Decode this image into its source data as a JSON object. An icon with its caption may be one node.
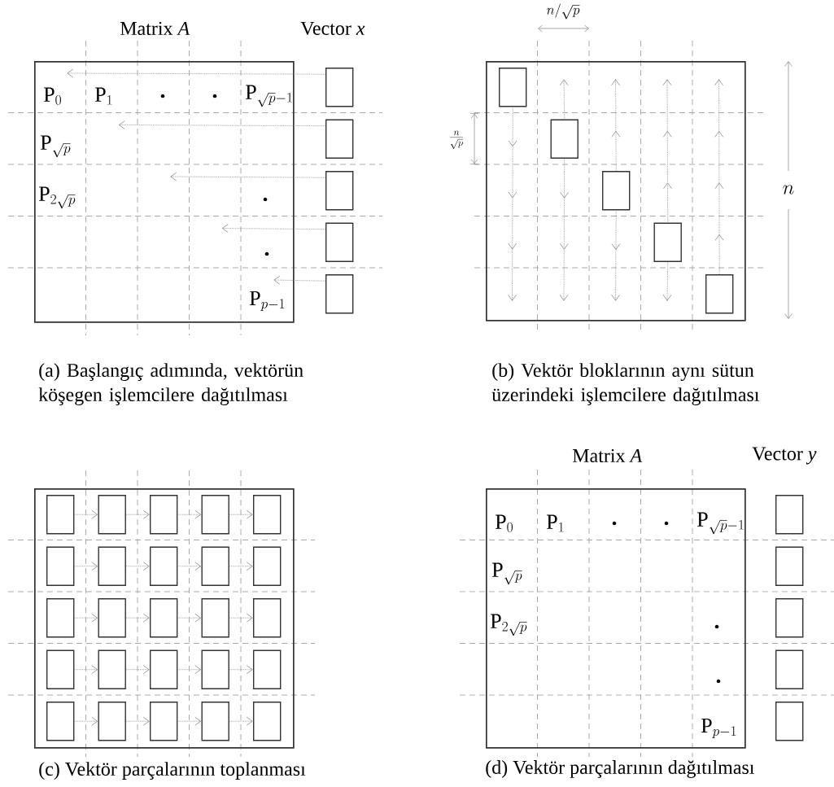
{
  "diagram": {
    "nodes": [
      {
        "text": [
          "Matrix *A*"
        ]
      },
      {
        "text": [],
        "shape": "box"
      },
      {
        "text": [],
        "shape": "box"
      },
      {
        "text": [],
        "shape": "box"
      },
      {
        "text": [],
        "shape": "box"
      },
      {
        "text": [],
        "shape": "box"
      },
      {
        "text": [],
        "shape": "box"
      },
      {
        "text": [],
        "shape": "box",
        "in": 6
      },
      {
        "text": [],
        "shape": "box",
        "in": 6
      },
      {
        "text": [],
        "shape": "box",
        "in": 6
      },
      {
        "text": [],
        "shape": "box",
        "in": 6
      },
      {
        "text": [],
        "shape": "box",
        "in": 6
      },
      {
        "text": [],
        "shape": "box"
      },
      {
        "text": [],
        "shape": "box",
        "in": 12
      },
      {
        "text": [],
        "shape": "box",
        "in": 12
      },
      {
        "text": [],
        "shape": "box",
        "in": 12
      },
      {
        "text": [],
        "shape": "box",
        "in": 12
      },
      {
        "text": [],
        "shape": "box",
        "in": 12
      },
      {
        "text": [],
        "shape": "box",
        "in": 12
      },
      {
        "text": [],
        "shape": "box",
        "in": 12
      },
      {
        "text": [],
        "shape": "box",
        "in": 12
      },
      {
        "text": [],
        "shape": "box",
        "in": 12
      },
      {
        "text": [],
        "shape": "box",
        "in": 12
      },
      {
        "text": [],
        "shape": "box",
        "in": 12
      },
      {
        "text": [],
        "shape": "box",
        "in": 12
      },
      {
        "text": [],
        "shape": "box",
        "in": 12
      },
      {
        "text": [],
        "shape": "box",
        "in": 12
      },
      {
        "text": [],
        "shape": "box",
        "in": 12
      },
      {
        "text": [],
        "shape": "box",
        "in": 12
      },
      {
        "text": [],
        "shape": "box",
        "in": 12
      },
      {
        "text": [],
        "shape": "box",
        "in": 12
      },
      {
        "text": [],
        "shape": "box",
        "in": 12
      },
      {
        "text": [],
        "shape": "box",
        "in": 12
      },
      {
        "text": [],
        "shape": "box",
        "in": 12
      },
      {
        "text": [],
        "shape": "box",
        "in": 12
      },
      {
        "text": [],
        "shape": "box",
        "in": 12
      },
      {
        "text": [],
        "shape": "box",
        "in": 12
      },
      {
        "text": [],
        "shape": "box",
        "in": 12
      },
      {
        "text": [
          "Matrix *A*"
        ]
      },
      {
        "text": [],
        "shape": "box"
      },
      {
        "text": [],
        "shape": "box"
      },
      {
        "text": [],
        "shape": "box"
      },
      {
        "text": [],
        "shape": "box"
      },
      {
        "text": [],
        "shape": "box"
      }
    ],
    "edges": [
      {
        "from": 1,
        "to": 0,
        "arrow": "to"
      },
      {
        "from": 2,
        "to": 0,
        "arrow": "to"
      },
      {
        "from": 3,
        "to": 0,
        "arrow": "to"
      },
      {
        "from": 4,
        "to": 0,
        "arrow": "to"
      },
      {
        "from": 5,
        "to": 0,
        "arrow": "to"
      },
      {
        "from": 7,
        "to": 6,
        "arrow": "to"
      },
      {
        "from": 8,
        "to": 6,
        "arrow": "to"
      },
      {
        "from": 8,
        "to": 6,
        "arrow": "to"
      },
      {
        "from": 9,
        "to": 6,
        "arrow": "to"
      },
      {
        "from": 9,
        "to": 6,
        "arrow": "to"
      },
      {
        "from": 10,
        "to": 6,
        "arrow": "to"
      },
      {
        "from": 10,
        "to": 6,
        "arrow": "to"
      },
      {
        "from": 11,
        "to": 6,
        "arrow": "to"
      },
      {
        "from": 13,
        "to": 14,
        "arrow": "to"
      },
      {
        "from": 14,
        "to": 15,
        "arrow": "to"
      },
      {
        "from": 15,
        "to": 16,
        "arrow": "to"
      },
      {
        "from": 16,
        "to": 17,
        "arrow": "to"
      },
      {
        "from": 18,
        "to": 19,
        "arrow": "to"
      },
      {
        "from": 19,
        "to": 20,
        "arrow": "to"
      },
      {
        "from": 20,
        "to": 21,
        "arrow": "to"
      },
      {
        "from": 21,
        "to": 22,
        "arrow": "to"
      },
      {
        "from": 23,
        "to": 24,
        "arrow": "to"
      },
      {
        "from": 24,
        "to": 25,
        "arrow": "to"
      },
      {
        "from": 25,
        "to": 26,
        "arrow": "to"
      },
      {
        "from": 26,
        "to": 27,
        "arrow": "to"
      },
      {
        "from": 28,
        "to": 29,
        "arrow": "to"
      },
      {
        "from": 29,
        "to": 30,
        "arrow": "to"
      },
      {
        "from": 30,
        "to": 31,
        "arrow": "to"
      },
      {
        "from": 31,
        "to": 32,
        "arrow": "to"
      },
      {
        "from": 33,
        "to": 34,
        "arrow": "to"
      },
      {
        "from": 34,
        "to": 35,
        "arrow": "to"
      },
      {
        "from": 35,
        "to": 36,
        "arrow": "to"
      },
      {
        "from": 36,
        "to": 37,
        "arrow": "to"
      }
    ],
    "labels": [
      "Vector *x*",
      "\\mathrm{P}_0",
      "\\mathrm{P}_1",
      "\\mathrm{P}_{\\sqrt{p}-1}",
      "\\mathrm{P}_{\\sqrt{p}}",
      "\\mathrm{P}_{2\\sqrt{p}}",
      "\\mathrm{P}_{p-1}",
      "n/\\sqrt{p}",
      "\\frac{n}{\\sqrt{p}}",
      "n",
      "(a) Başlangıç adımında, vektörün köşegen işlemcilere dağıtılması",
      "(b) Vektör bloklarının aynı sütun üzerindeki işlemcilere dağıtılması",
      "Vector *y*",
      "\\mathrm{P}_0",
      "\\mathrm{P}_1",
      "\\mathrm{P}_{\\sqrt{p}-1}",
      "\\mathrm{P}_{\\sqrt{p}}",
      "\\mathrm{P}_{2\\sqrt{p}}",
      "\\mathrm{P}_{p-1}",
      "(c) Vektör parçalarının toplanması",
      "(d) Vektör parçalarının dağıtılması"
    ]
  }
}
